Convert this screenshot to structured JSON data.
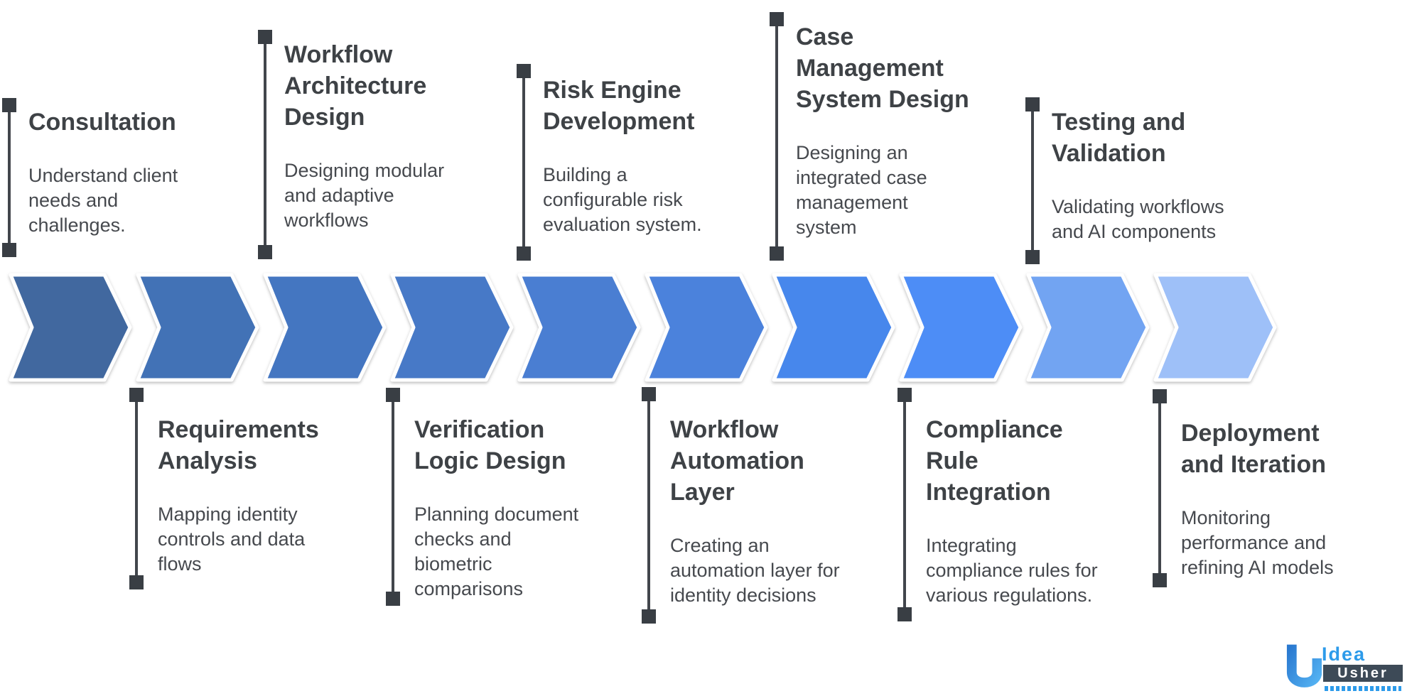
{
  "steps_top": [
    {
      "title": "Consultation",
      "description": "Understand client\nneeds and\nchallenges."
    },
    {
      "title": "Workflow\nArchitecture\nDesign",
      "description": "Designing modular\nand adaptive\nworkflows"
    },
    {
      "title": "Risk Engine\nDevelopment",
      "description": "Building a\nconfigurable risk\nevaluation system."
    },
    {
      "title": "Case\nManagement\nSystem Design",
      "description": "Designing an\nintegrated case\nmanagement\nsystem"
    },
    {
      "title": "Testing and\nValidation",
      "description": "Validating workflows\nand AI components"
    }
  ],
  "steps_bottom": [
    {
      "title": "Requirements\nAnalysis",
      "description": "Mapping identity\ncontrols and data\nflows"
    },
    {
      "title": "Verification\nLogic Design",
      "description": "Planning document\nchecks and\nbiometric\ncomparisons"
    },
    {
      "title": "Workflow\nAutomation\nLayer",
      "description": "Creating an\nautomation layer for\nidentity decisions"
    },
    {
      "title": "Compliance\nRule\nIntegration",
      "description": "Integrating\ncompliance rules for\nvarious regulations."
    },
    {
      "title": "Deployment\nand Iteration",
      "description": "Monitoring\nperformance and\nrefining AI models"
    }
  ],
  "chevrons": {
    "colors": [
      "#41689F",
      "#4272B6",
      "#4476C1",
      "#4779C7",
      "#4A7ED2",
      "#4B82DC",
      "#4787EC",
      "#4D8DF6",
      "#72A4F2",
      "#9EC0F8"
    ]
  },
  "logo": {
    "brand_top": "Idea",
    "brand_bottom": "Usher"
  },
  "palette": {
    "background": "#ffffff",
    "connector_line": "#42464c",
    "connector_dot": "#3c7ce6",
    "title_text": "#3e4246",
    "body_text": "#46494e",
    "logo_blue": "#2d9bea",
    "logo_slate": "#3d4a57"
  }
}
